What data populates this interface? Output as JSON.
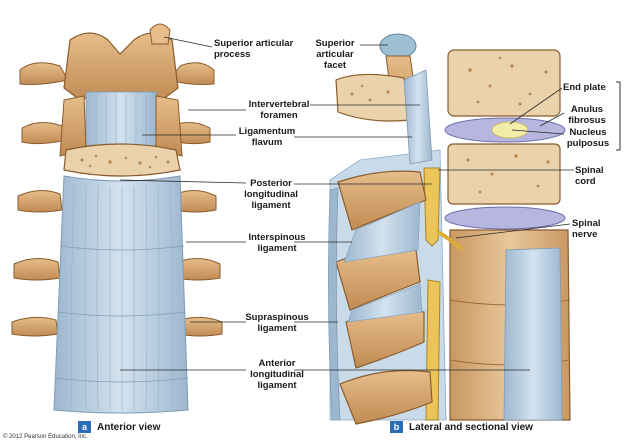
{
  "labels": {
    "superior_articular_process": "Superior articular\nprocess",
    "intervertebral_foramen": "Intervertebral\nforamen",
    "ligamentum_flavum": "Ligamentum\nflavum",
    "posterior_longitudinal_ligament": "Posterior\nlongitudinal\nligament",
    "interspinous_ligament": "Interspinous\nligament",
    "supraspinous_ligament": "Supraspinous\nligament",
    "anterior_longitudinal_ligament": "Anterior\nlongitudinal\nligament",
    "superior_articular_facet": "Superior\narticular\nfacet",
    "end_plate": "End plate",
    "anulus_fibrosus": "Anulus\nfibrosus",
    "nucleus_pulposus": "Nucleus\npulposus",
    "spinal_cord": "Spinal cord",
    "spinal_nerve": "Spinal nerve"
  },
  "captions": {
    "a_letter": "a",
    "a_text": "Anterior view",
    "b_letter": "b",
    "b_text": "Lateral and sectional view"
  },
  "copyright": "© 2012 Pearson Education, Inc.",
  "colors": {
    "bone": "#d9a971",
    "bone_dark": "#b5814a",
    "ligament": "#b9cfe0",
    "ligament_dark": "#8eaac4",
    "disc": "#b7b6df",
    "nucleus": "#f2eda8",
    "nerve": "#ecc55a",
    "accent_blue": "#2d6db5"
  }
}
